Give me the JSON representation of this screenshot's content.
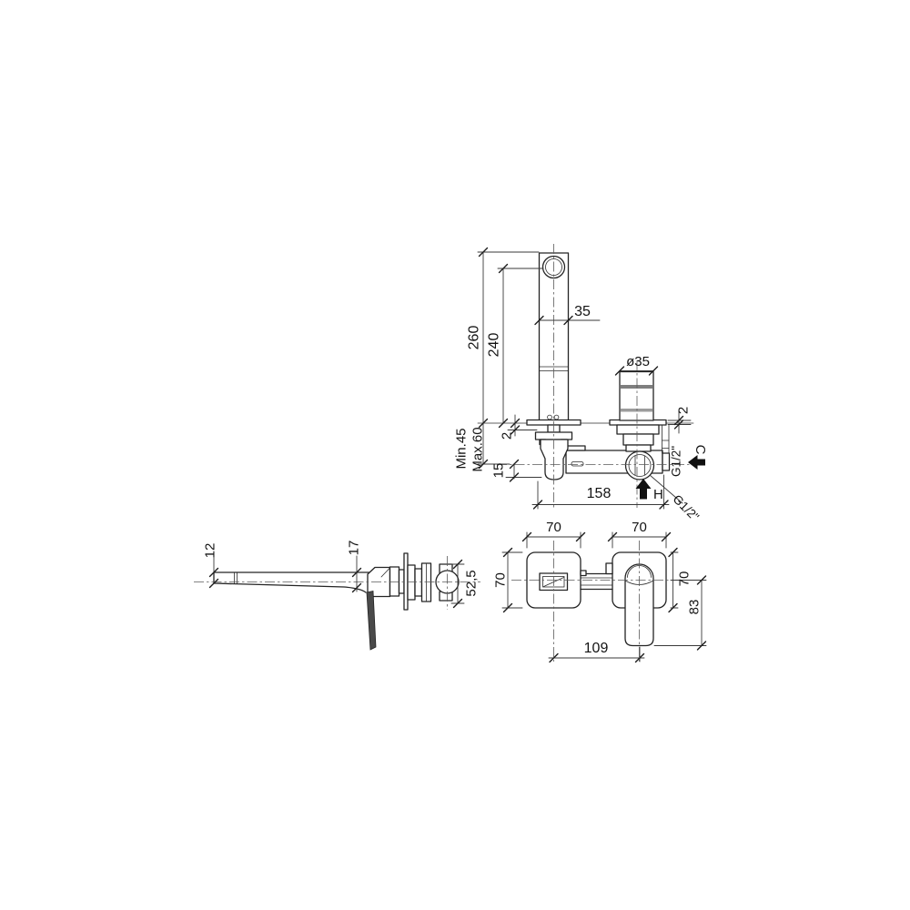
{
  "colors": {
    "background": "#ffffff",
    "line": "#242424",
    "dimension": "#3a3a3a",
    "centerline": "#5a5a5a",
    "arrow": "#101010"
  },
  "top_view": {
    "spout_height": "260",
    "aerator_height": "240",
    "spout_width": "35",
    "cartridge_diameter": "ø35",
    "left_plate_thickness": "2",
    "right_plate_thickness": "2",
    "recess_depth_min": "Min.45",
    "recess_depth_max": "Max.60",
    "centerline_to_body_front": "15",
    "body_length": "158",
    "hot_marker": "H",
    "cold_marker": "C",
    "cold_thread": "G1/2\"",
    "hot_thread": "G1/2\""
  },
  "side_view": {
    "spout_tip_height": "12",
    "spout_wall_height": "17",
    "valve_body_height": "52,5"
  },
  "front_view": {
    "spout_plate_width": "70",
    "handle_plate_width": "70",
    "spout_plate_height": "70",
    "handle_plate_height": "70",
    "handle_below_center": "83",
    "spout_to_handle_distance": "109"
  }
}
